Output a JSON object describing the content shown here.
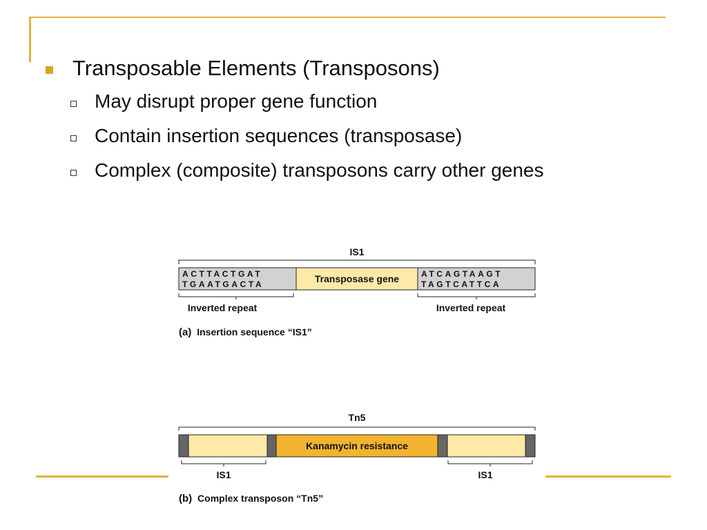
{
  "slide": {
    "bullet": "Transposable Elements (Transposons)",
    "sub_bullets": [
      "May disrupt proper gene function",
      "Contain insertion sequences (transposase)",
      "Complex (composite) transposons carry other genes"
    ]
  },
  "figure_a": {
    "title": "IS1",
    "left_seq_top": "ACTTACTGAT",
    "left_seq_bottom": "TGAATGACTA",
    "center_label": "Transposase gene",
    "right_seq_top": "ATCAGTAAGT",
    "right_seq_bottom": "TAGTCATTCA",
    "left_repeat": "Inverted repeat",
    "right_repeat": "Inverted repeat",
    "caption_letter": "(a)",
    "caption_text": "Insertion sequence “IS1”"
  },
  "figure_b": {
    "title": "Tn5",
    "center_label": "Kanamycin resistance",
    "left_label": "IS1",
    "right_label": "IS1",
    "caption_letter": "(b)",
    "caption_text": "Complex transposon “Tn5”"
  },
  "colors": {
    "accent": "#d9a621",
    "frame": "#e0b43c",
    "gene_light": "#fde9a8",
    "gene_dark": "#f2b42e",
    "gray_seq": "#d2d2d2",
    "gray_cap": "#666666"
  }
}
